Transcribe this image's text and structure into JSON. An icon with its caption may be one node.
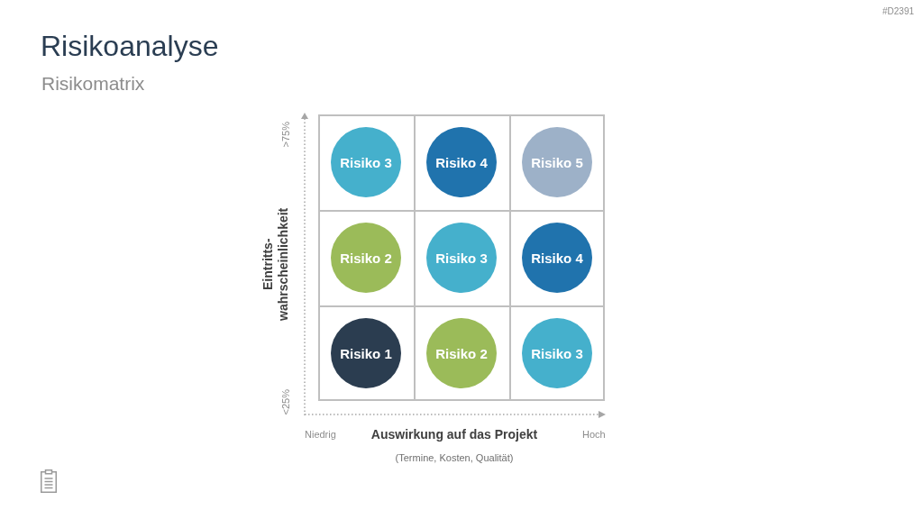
{
  "diagram": {
    "title": "Risikoanalyse",
    "nodes": [
      {
        "text": [
          "Risiko 3"
        ]
      },
      {
        "text": [
          "Risiko 4"
        ]
      },
      {
        "text": [
          "Risiko 5"
        ]
      },
      {
        "text": [
          "Risiko 2"
        ]
      },
      {
        "text": [
          "Risiko 3"
        ]
      },
      {
        "text": [
          "Risiko 4"
        ]
      },
      {
        "text": [
          "Risiko 1"
        ]
      },
      {
        "text": [
          "Risiko 2"
        ]
      },
      {
        "text": [
          "Risiko 3"
        ]
      }
    ],
    "labels": [
      "#D2391",
      "Risikomatrix",
      ">75%",
      "Eintritts- wahrscheinlichkeit",
      "<25%",
      "Niedrig",
      "Auswirkung auf das Projekt",
      "Hoch",
      "(Termine, Kosten, Qualität)"
    ]
  }
}
